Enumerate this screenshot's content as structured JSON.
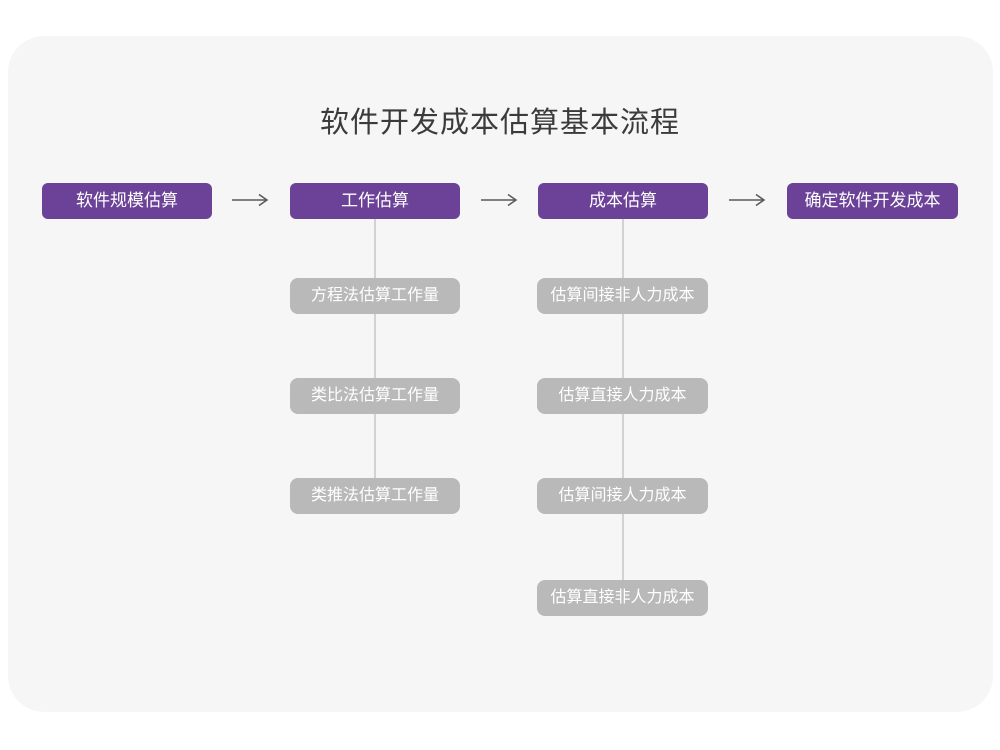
{
  "page": {
    "title": "软件开发成本估算基本流程"
  },
  "colors": {
    "background": "#ffffff",
    "card": "#f6f6f6",
    "primary": "#6b4298",
    "secondary": "#b9b9b9",
    "connector": "#d2d2d2",
    "arrow": "#58585a",
    "title_text": "#3b3b3b",
    "node_text": "#ffffff"
  },
  "flow": {
    "main_nodes": [
      {
        "label": "软件规模估算"
      },
      {
        "label": "工作估算"
      },
      {
        "label": "成本估算"
      },
      {
        "label": "确定软件开发成本"
      }
    ],
    "work_estimation_subnodes": [
      {
        "label": "方程法估算工作量"
      },
      {
        "label": "类比法估算工作量"
      },
      {
        "label": "类推法估算工作量"
      }
    ],
    "cost_estimation_subnodes": [
      {
        "label": "估算间接非人力成本"
      },
      {
        "label": "估算直接人力成本"
      },
      {
        "label": "估算间接人力成本"
      },
      {
        "label": "估算直接非人力成本"
      }
    ]
  }
}
